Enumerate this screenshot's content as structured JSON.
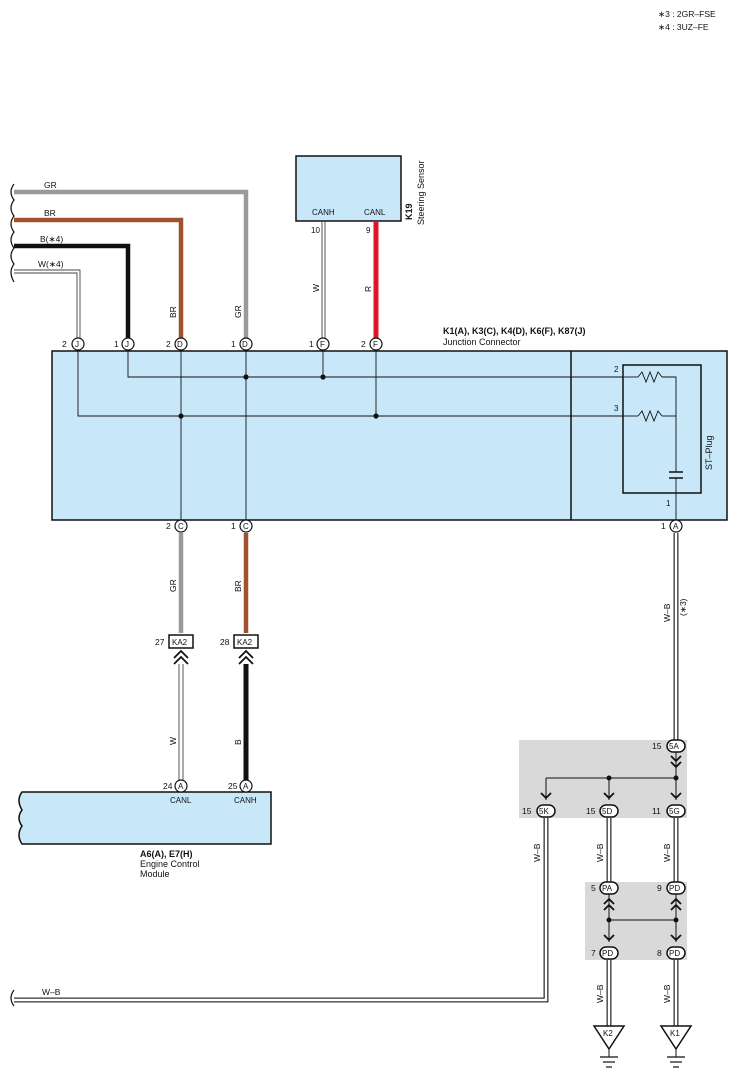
{
  "legend": [
    "∗3 : 2GR–FSE",
    "∗4 : 3UZ–FE"
  ],
  "steering_sensor": {
    "code": "K19",
    "name": "Steering Sensor",
    "pin_canh": "CANH",
    "pin_canl": "CANL",
    "pin_canh_no": "10",
    "pin_canl_no": "9"
  },
  "junction": {
    "title": "K1(A), K3(C), K4(D), K6(F), K87(J)",
    "name": "Junction Connector",
    "st_plug": "ST–Plug",
    "plug_pins": {
      "p2": "2",
      "p3": "3",
      "p1": "1"
    },
    "top_pins": [
      {
        "no": "2",
        "letter": "J"
      },
      {
        "no": "1",
        "letter": "J"
      },
      {
        "no": "2",
        "letter": "D"
      },
      {
        "no": "1",
        "letter": "D"
      },
      {
        "no": "1",
        "letter": "F"
      },
      {
        "no": "2",
        "letter": "F"
      }
    ],
    "bottom_pins": [
      {
        "no": "2",
        "letter": "C"
      },
      {
        "no": "1",
        "letter": "C"
      },
      {
        "no": "1",
        "letter": "A"
      }
    ]
  },
  "left_wires": [
    {
      "label": "GR"
    },
    {
      "label": "BR"
    },
    {
      "label": "B(∗4)"
    },
    {
      "label": "W(∗4)"
    }
  ],
  "wire_labels": {
    "br_top": "BR",
    "gr_top": "GR",
    "w_steer": "W",
    "r_steer": "R",
    "gr_bottom": "GR",
    "br_bottom": "BR",
    "w_ecm": "W",
    "b_ecm": "B",
    "wb_main": "W–B",
    "star3": "(∗3)",
    "wb_5k": "W–B",
    "wb_5d": "W–B",
    "wb_5g": "W–B",
    "wb_bottom": "W–B",
    "wb_k2": "W–B",
    "wb_k1": "W–B"
  },
  "ka2_connectors": [
    {
      "no": "27",
      "label": "KA2"
    },
    {
      "no": "28",
      "label": "KA2"
    }
  ],
  "ecm": {
    "title": "A6(A), E7(H)",
    "line1": "Engine Control",
    "line2": "Module",
    "pins": [
      {
        "no": "24",
        "letter": "A",
        "name": "CANL"
      },
      {
        "no": "25",
        "letter": "A",
        "name": "CANH"
      }
    ]
  },
  "splice_top": {
    "in": {
      "no": "15",
      "code": "5A"
    },
    "outs": [
      {
        "no": "15",
        "code": "5K"
      },
      {
        "no": "15",
        "code": "5D"
      },
      {
        "no": "11",
        "code": "5G"
      }
    ]
  },
  "splice_bottom": {
    "ins": [
      {
        "no": "5",
        "code": "PA"
      },
      {
        "no": "9",
        "code": "PD"
      }
    ],
    "outs": [
      {
        "no": "7",
        "code": "PD"
      },
      {
        "no": "8",
        "code": "PD"
      }
    ]
  },
  "grounds": [
    {
      "code": "K2"
    },
    {
      "code": "K1"
    }
  ]
}
